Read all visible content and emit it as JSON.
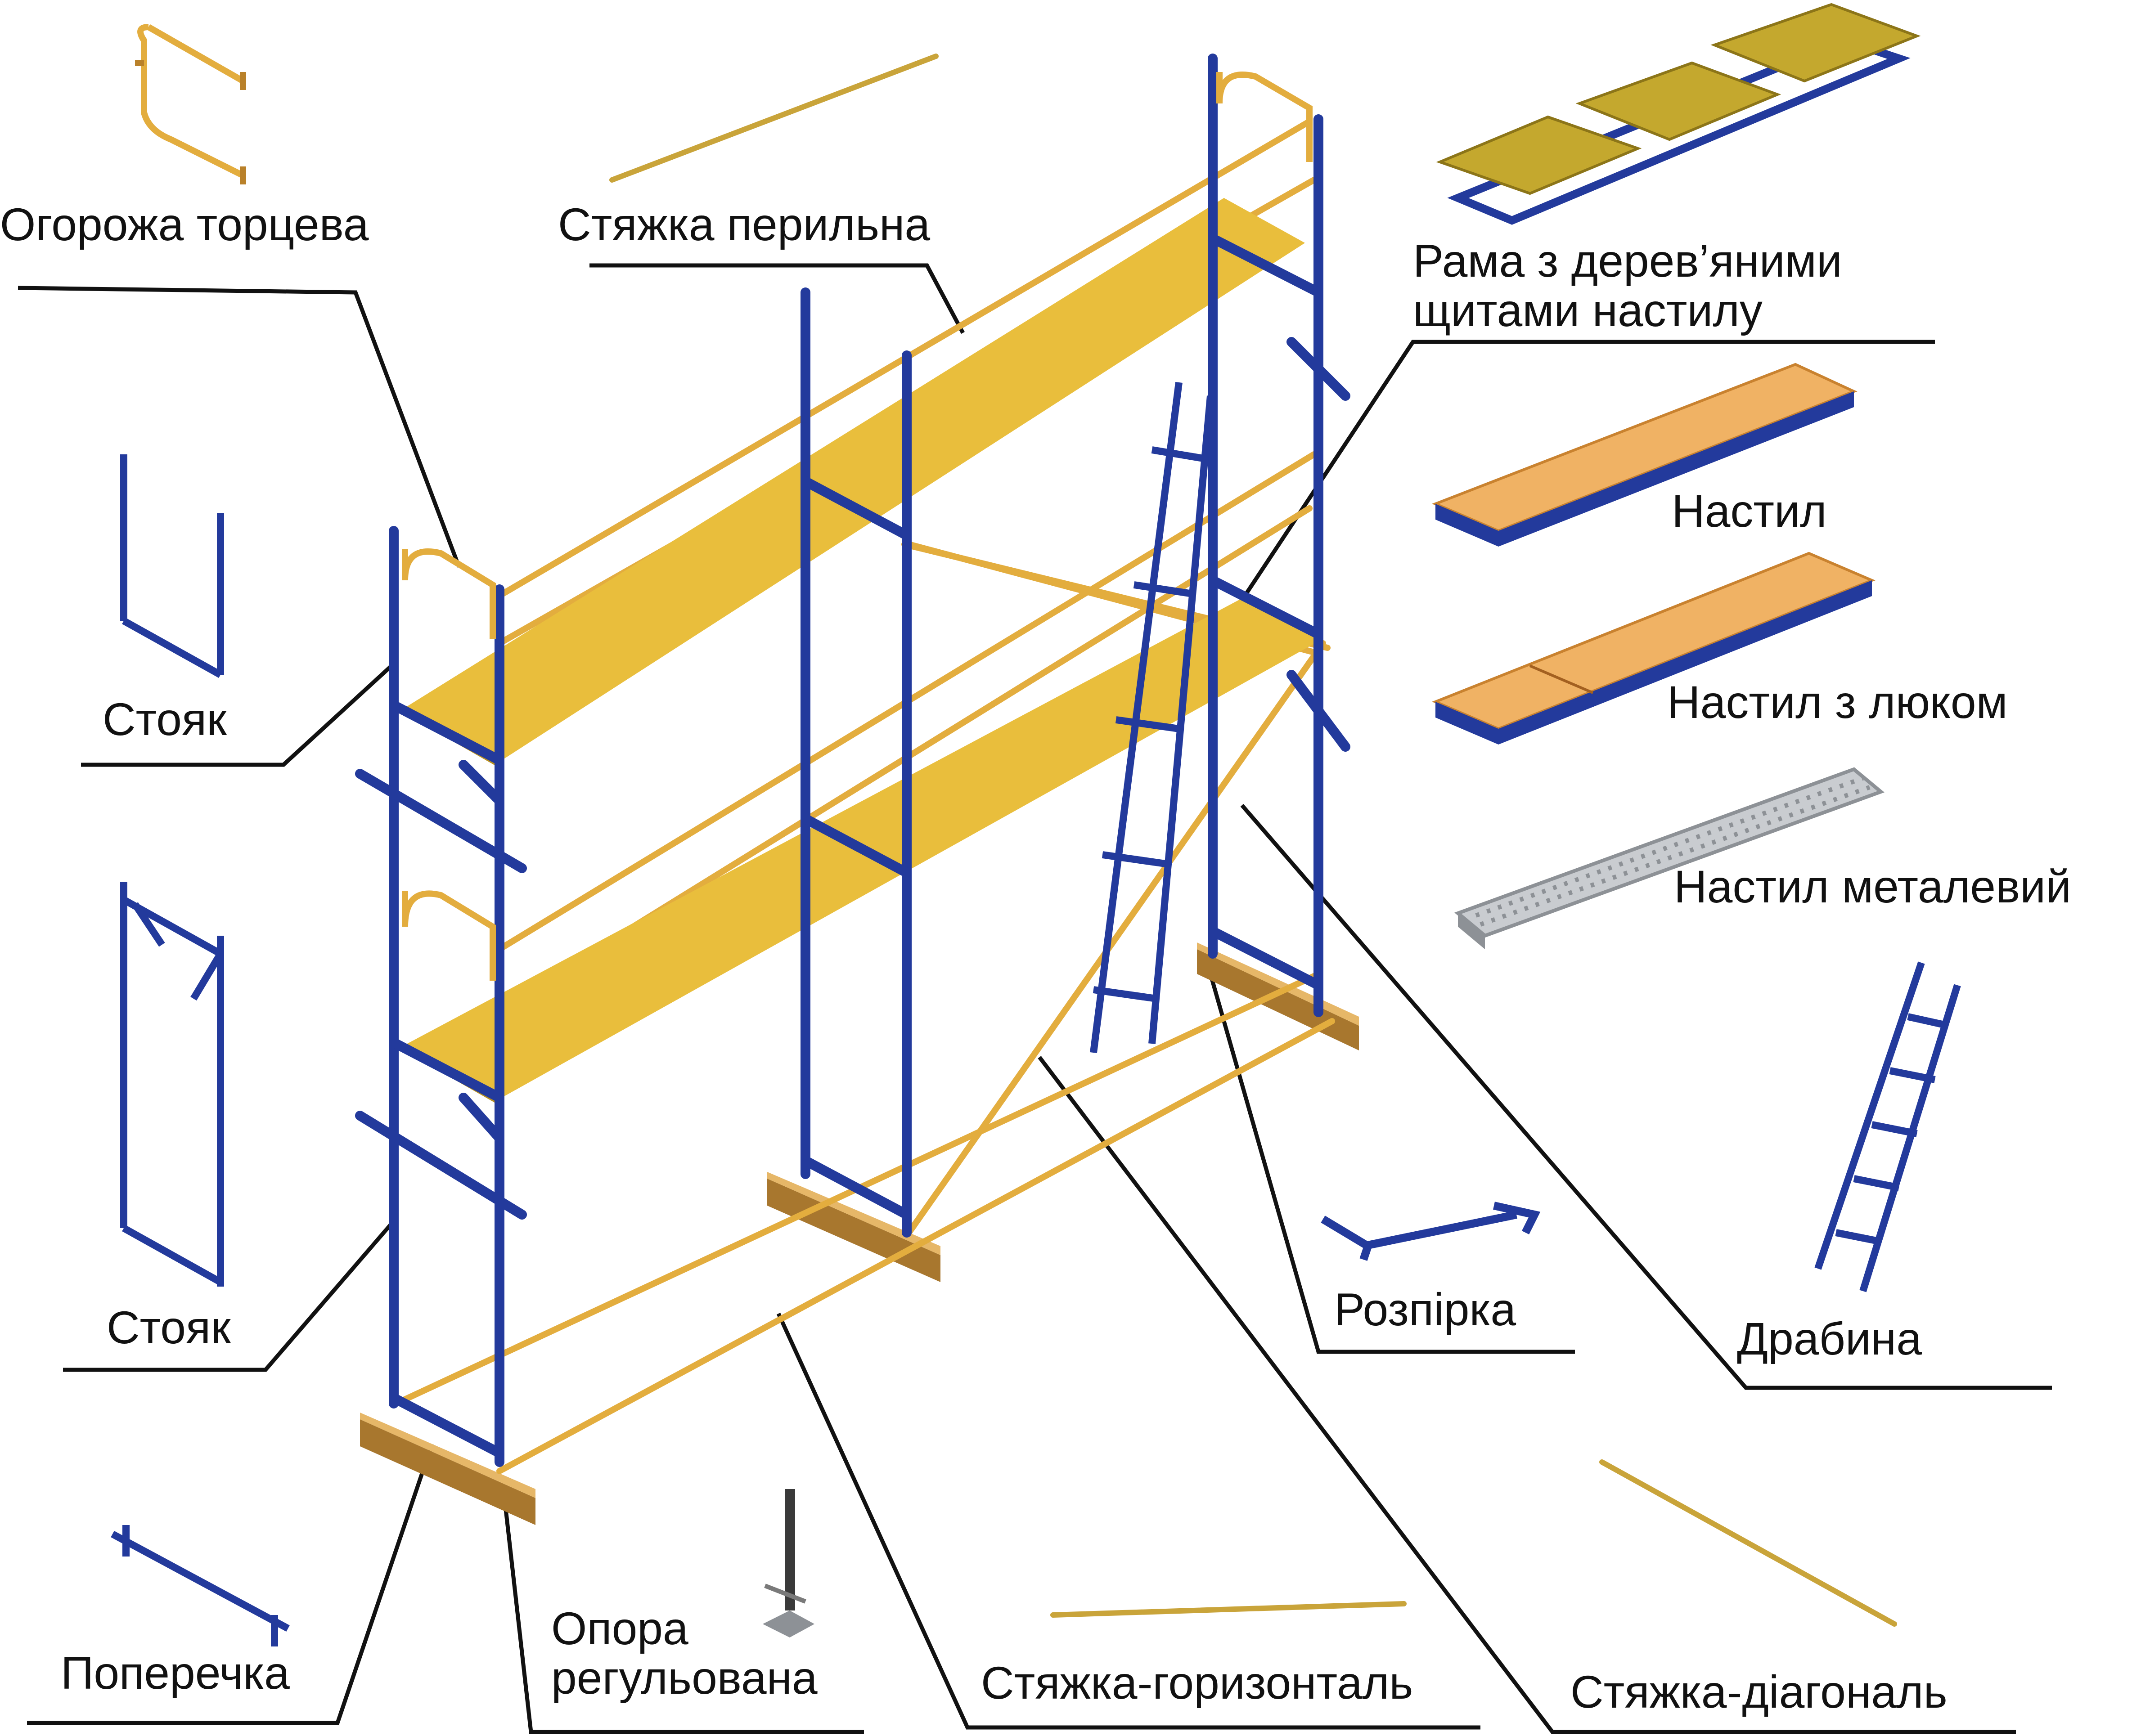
{
  "colors": {
    "frame": "#233a9c",
    "frame_dark": "#142270",
    "rail": "#e3ad3e",
    "rail_dark": "#b9812a",
    "plank": "#e9be3c",
    "plank_dark": "#b8901f",
    "deck": "#f0b264",
    "wood": "#e6b768",
    "wood_dark": "#a8772e",
    "metal": "#c9ccd0",
    "metal_dark": "#8d9196",
    "leader": "#111111"
  },
  "labels": {
    "end_guard": "Огорожа торцева",
    "handrail_tie": "Стяжка перильна",
    "deck_frame": "Рама з дерев’яними\nщитами настилу",
    "upright_top": "Стояк",
    "deck": "Настил",
    "deck_hatch": "Настил з люком",
    "deck_metal": "Настил металевий",
    "upright_bottom": "Стояк",
    "spacer": "Розпірка",
    "ladder": "Драбина",
    "crossbar": "Поперечка",
    "adjustable_support": "Опора\nрегульована",
    "horizontal_tie": "Стяжка-горизонталь",
    "diagonal_tie": "Стяжка-діагональ"
  },
  "icons": {
    "scaffold": "scaffold-assembly-icon",
    "end_guard": "end-guardrail-icon",
    "handrail_tie": "handrail-tie-rod-icon",
    "deck_frame": "deck-frame-with-wooden-panels-icon",
    "deck": "wooden-deck-icon",
    "deck_hatch": "deck-with-hatch-icon",
    "deck_metal": "perforated-metal-deck-icon",
    "upright_top": "upright-frame-icon",
    "upright_bottom": "upright-frame-with-braces-icon",
    "spacer": "spacer-strut-icon",
    "ladder": "ladder-icon",
    "crossbar": "crossbar-icon",
    "adjustable_support": "adjustable-base-jack-icon",
    "horizontal_tie": "horizontal-tie-rod-icon",
    "diagonal_tie": "diagonal-tie-rod-icon"
  }
}
